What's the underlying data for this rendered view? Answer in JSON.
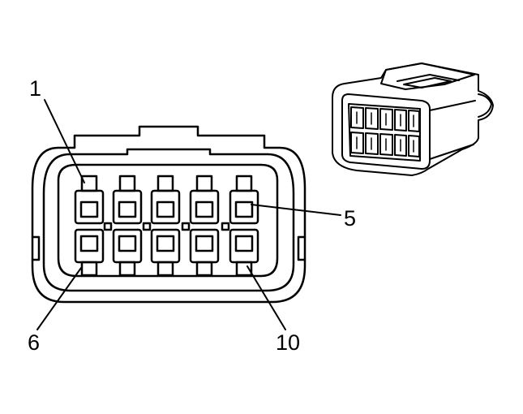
{
  "diagram": {
    "labels": {
      "pin_1": "1",
      "pin_5": "5",
      "pin_6": "6",
      "pin_10": "10"
    },
    "pin_rows": 2,
    "pins_per_row": 5,
    "colors": {
      "line": "#000000",
      "background": "#ffffff",
      "shading": "#d9d9d9"
    }
  }
}
